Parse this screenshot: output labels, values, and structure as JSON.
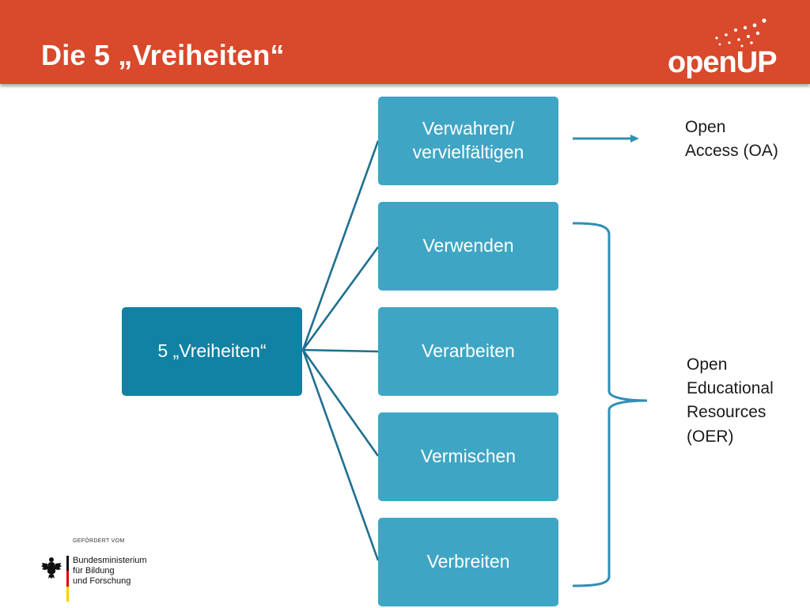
{
  "header": {
    "title": "Die 5 „Vreiheiten“",
    "logo_text": "openUP"
  },
  "diagram": {
    "root": "5 „Vreiheiten“",
    "children": [
      {
        "line1": "Verwahren/",
        "line2": "vervielfältigen"
      },
      {
        "line1": "Verwenden",
        "line2": ""
      },
      {
        "line1": "Verarbeiten",
        "line2": ""
      },
      {
        "line1": "Vermischen",
        "line2": ""
      },
      {
        "line1": "Verbreiten",
        "line2": ""
      }
    ],
    "oa_label": {
      "line1": "Open",
      "line2": "Access (OA)"
    },
    "oer_label": {
      "line1": "Open",
      "line2": "Educational",
      "line3": "Resources",
      "line4": "(OER)"
    }
  },
  "funder": {
    "caption": "GEFÖRDERT VOM",
    "line1": "Bundesministerium",
    "line2": "für Bildung",
    "line3": "und Forschung"
  },
  "colors": {
    "header": "#d9492b",
    "root_node": "#1181a4",
    "child_node": "#3ea6c4",
    "connector": "#1f6f8f",
    "arrow": "#2f8fb5"
  }
}
